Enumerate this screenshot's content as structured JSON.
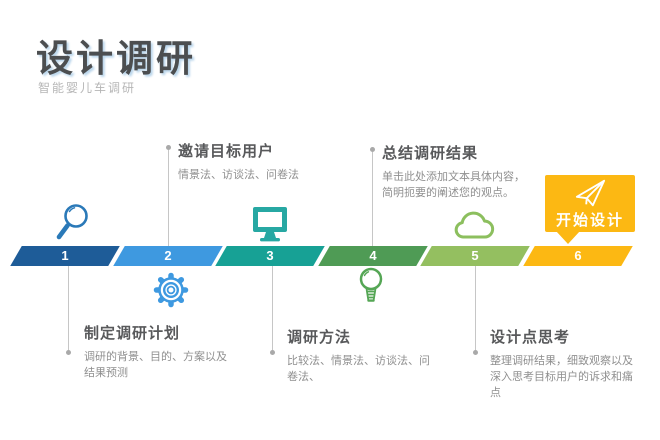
{
  "slide": {
    "title": "设计调研",
    "subtitle": "智能婴儿车调研",
    "background": "#ffffff",
    "title_shadow_color": "#b9d5eb"
  },
  "steps": [
    {
      "number": "1",
      "color": "#1e5c98",
      "icon": "magnifier-icon",
      "icon_color": "#2a79b8",
      "heading": "制定调研计划",
      "body": "调研的背景、目的、方案以及结果预测",
      "text_position": "below"
    },
    {
      "number": "2",
      "color": "#3e99e0",
      "icon": "gear-icon",
      "icon_color": "#3e99e0",
      "heading": "邀请目标用户",
      "body": "情景法、访谈法、问卷法",
      "text_position": "above"
    },
    {
      "number": "3",
      "color": "#17a195",
      "icon": "monitor-icon",
      "icon_color": "#27a8a3",
      "heading": "调研方法",
      "body": "比较法、情景法、访谈法、问卷法、",
      "text_position": "below"
    },
    {
      "number": "4",
      "color": "#4f9b55",
      "icon": "lightbulb-icon",
      "icon_color": "#55a655",
      "heading": "总结调研结果",
      "body": "单击此处添加文本具体内容，简明扼要的阐述您的观点。",
      "text_position": "above"
    },
    {
      "number": "5",
      "color": "#94bf60",
      "icon": "cloud-icon",
      "icon_color": "#8cbf5e",
      "heading": "设计点思考",
      "body": "整理调研结果，细致观察以及深入思考目标用户的诉求和痛点",
      "text_position": "below"
    },
    {
      "number": "6",
      "color": "#fcb813",
      "icon": "paper-plane-icon",
      "icon_color": "#ffffff",
      "text_position": "callout"
    }
  ],
  "callout": {
    "label": "开始设计",
    "color": "#fcb813",
    "text_color": "#ffffff",
    "icon": "paper-plane-icon"
  }
}
